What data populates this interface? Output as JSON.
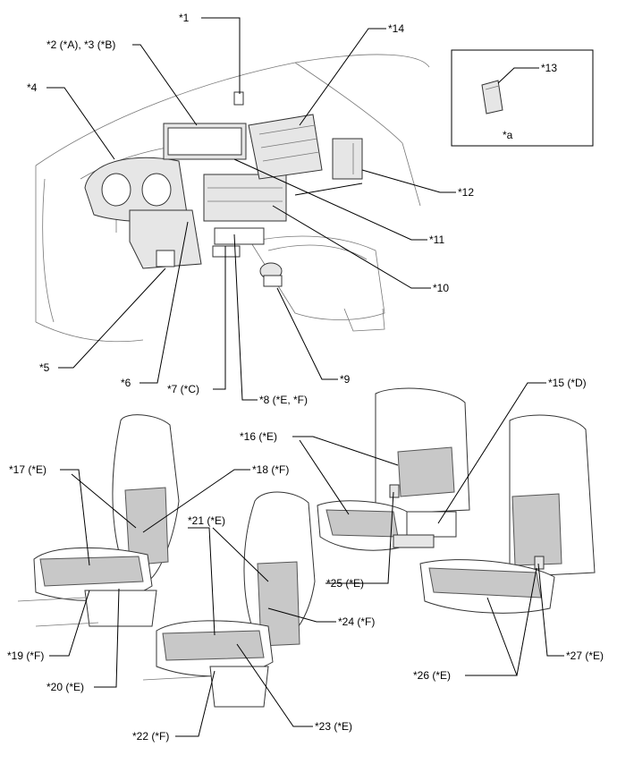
{
  "labels": {
    "l1": "*1",
    "l2": "*2 (*A), *3 (*B)",
    "l4": "*4",
    "l5": "*5",
    "l6": "*6",
    "l7": "*7 (*C)",
    "l8": "*8 (*E, *F)",
    "l9": "*9",
    "l10": "*10",
    "l11": "*11",
    "l12": "*12",
    "l13": "*13",
    "l14": "*14",
    "la": "*a",
    "l15": "*15 (*D)",
    "l16": "*16 (*E)",
    "l17": "*17 (*E)",
    "l18": "*18 (*F)",
    "l19": "*19 (*F)",
    "l20": "*20 (*E)",
    "l21": "*21 (*E)",
    "l22": "*22 (*F)",
    "l23": "*23 (*E)",
    "l24": "*24 (*F)",
    "l25": "*25 (*E)",
    "l26": "*26 (*E)",
    "l27": "*27 (*E)"
  }
}
